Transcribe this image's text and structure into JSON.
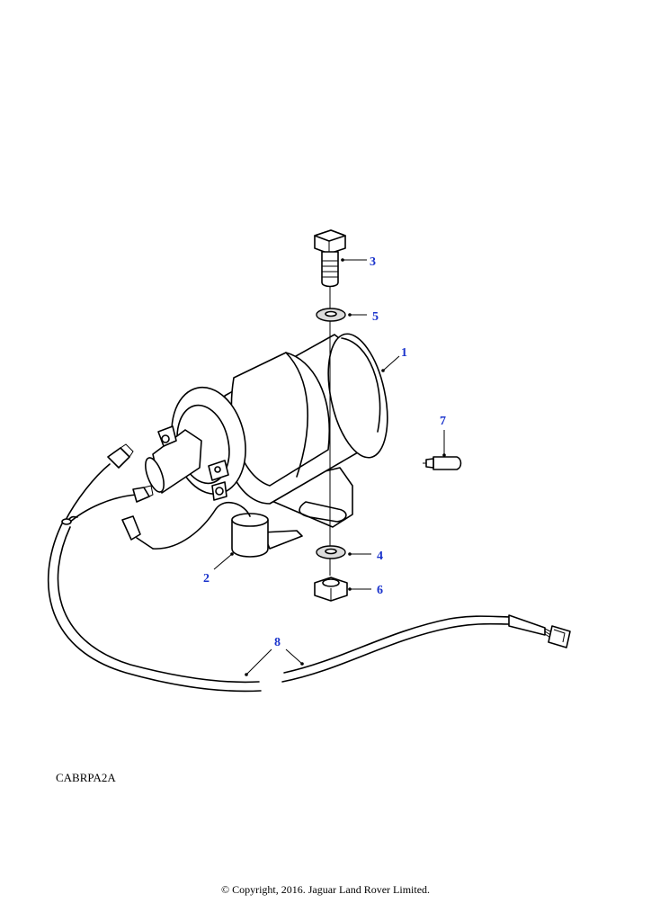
{
  "diagram": {
    "reference_code": "CABRPA2A",
    "copyright": "© Copyright, 2016. Jaguar Land Rover Limited.",
    "callouts": [
      {
        "id": "c1",
        "label": "1",
        "part": "coil-body"
      },
      {
        "id": "c2",
        "label": "2",
        "part": "capacitor"
      },
      {
        "id": "c3",
        "label": "3",
        "part": "bolt"
      },
      {
        "id": "c4",
        "label": "4",
        "part": "spring-washer"
      },
      {
        "id": "c5",
        "label": "5",
        "part": "flat-washer"
      },
      {
        "id": "c6",
        "label": "6",
        "part": "nut"
      },
      {
        "id": "c7",
        "label": "7",
        "part": "connector-pin"
      },
      {
        "id": "c8",
        "label": "8",
        "part": "wiring-harness"
      }
    ],
    "callout_color": "#1a33cc"
  }
}
